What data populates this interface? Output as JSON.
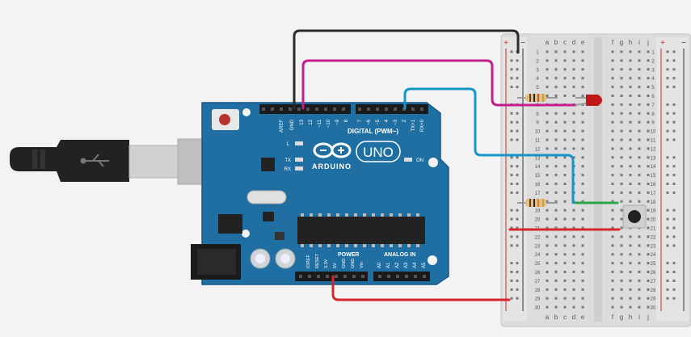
{
  "arduino": {
    "logo_text": "ARDUINO",
    "model": "UNO",
    "digital_header_label": "DIGITAL (PWM~)",
    "analog_header_label": "ANALOG IN",
    "power_header_label": "POWER",
    "led_l": "L",
    "led_tx": "TX",
    "led_rx": "RX",
    "led_on": "ON",
    "top_pins": [
      "AREF",
      "GND",
      "13",
      "12",
      "~11",
      "~10",
      "~9",
      "8",
      "7",
      "~6",
      "~5",
      "4",
      "~3",
      "2",
      "TX+1",
      "RX+0"
    ],
    "power_pins": [
      "IOREF",
      "RESET",
      "3.3V",
      "5V",
      "GND",
      "GND",
      "Vin"
    ],
    "analog_pins": [
      "A0",
      "A1",
      "A2",
      "A3",
      "A4",
      "A5"
    ]
  },
  "breadboard": {
    "columns_left": [
      "a",
      "b",
      "c",
      "d",
      "e"
    ],
    "columns_right": [
      "f",
      "g",
      "h",
      "i",
      "j"
    ],
    "rows": 30,
    "rail_plus": "+",
    "rail_minus": "−"
  },
  "colors": {
    "board": "#1f6fa3",
    "wire_black": "#2b2b2b",
    "wire_magenta": "#c21f8e",
    "wire_blue": "#1596c8",
    "wire_red": "#d6262a",
    "wire_green": "#2fa54a",
    "led_red": "#c0171b"
  }
}
